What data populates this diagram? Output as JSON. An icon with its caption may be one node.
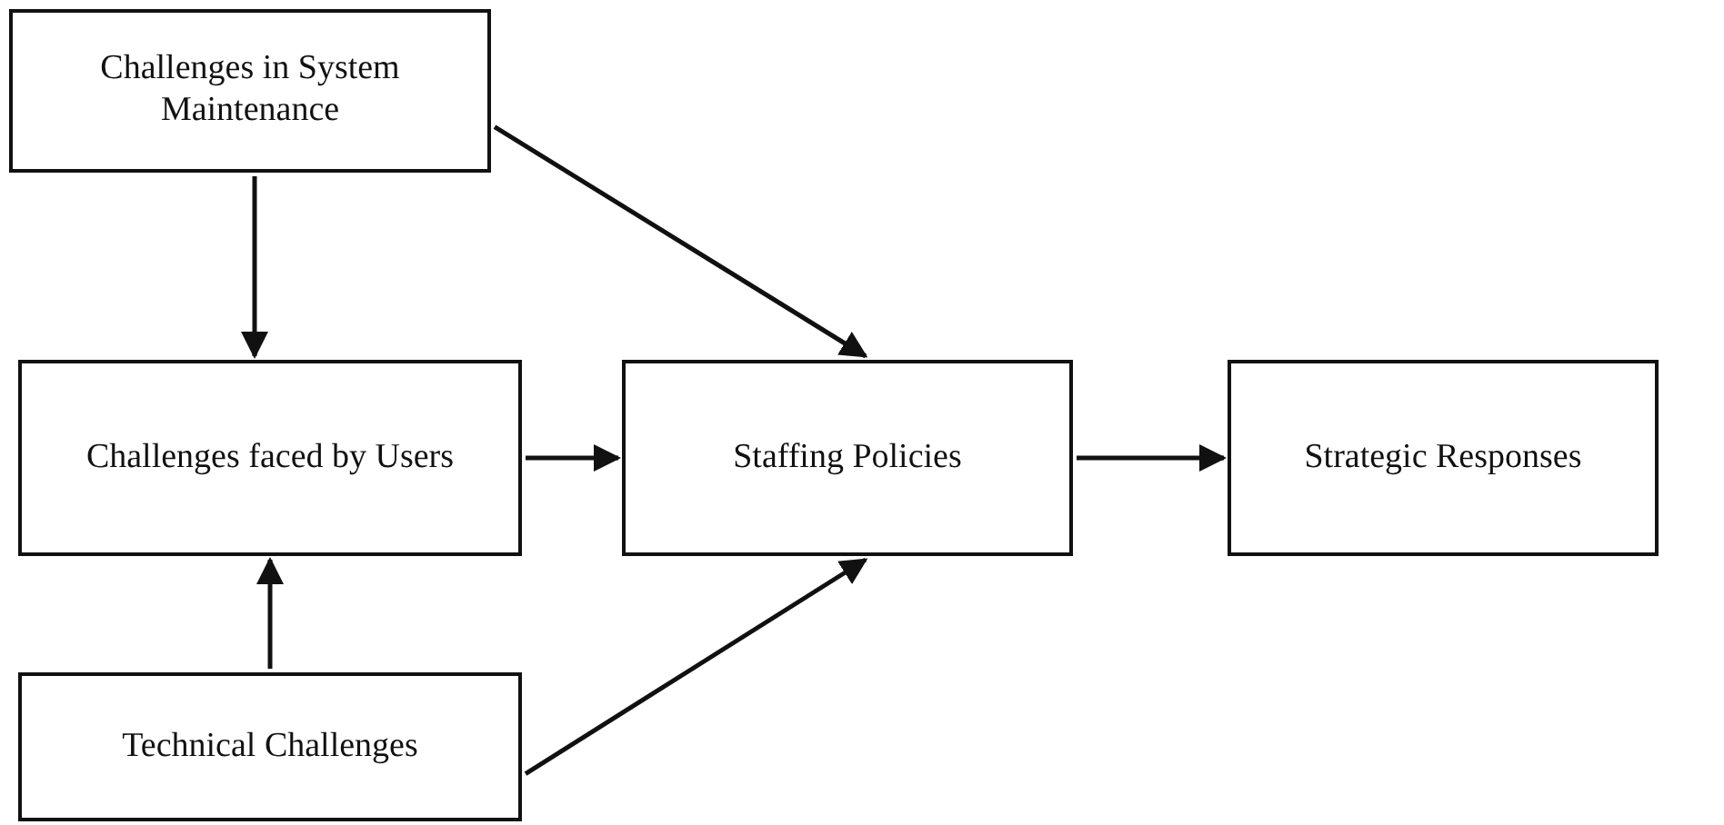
{
  "diagram": {
    "nodes": [
      {
        "text": [
          "Challenges in System Maintenance"
        ]
      },
      {
        "text": [
          "Challenges faced by Users"
        ]
      },
      {
        "text": [
          "Staffing Policies"
        ]
      },
      {
        "text": [
          "Strategic Responses"
        ]
      },
      {
        "text": [
          "Technical Challenges"
        ]
      }
    ],
    "edges": [
      {
        "from": 0,
        "to": 1,
        "arrow": "to"
      },
      {
        "from": 0,
        "to": 2,
        "arrow": "to"
      },
      {
        "from": 1,
        "to": 2,
        "arrow": "to"
      },
      {
        "from": 4,
        "to": 1,
        "arrow": "to"
      },
      {
        "from": 4,
        "to": 2,
        "arrow": "to"
      },
      {
        "from": 2,
        "to": 3,
        "arrow": "to"
      }
    ]
  }
}
